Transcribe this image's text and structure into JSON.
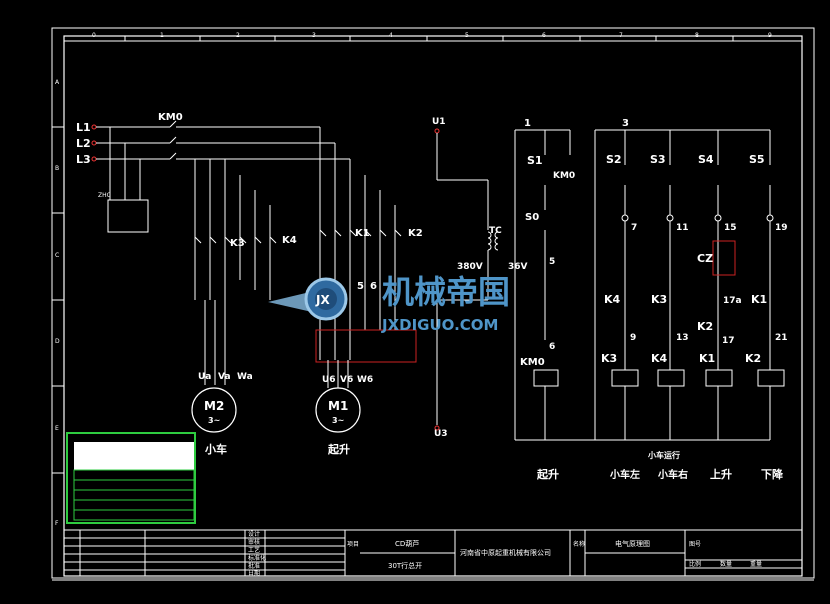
{
  "columns": [
    "0",
    "1",
    "2",
    "3",
    "4",
    "5",
    "6",
    "7",
    "8",
    "9"
  ],
  "rows": [
    "A",
    "B",
    "C",
    "D",
    "E",
    "F"
  ],
  "supply": {
    "l1": "L1",
    "l2": "L2",
    "l3": "L3",
    "breaker": "KM0",
    "panel": "ZHC"
  },
  "contactors_power": {
    "k3": "K3",
    "k4": "K4",
    "k1": "K1",
    "k2": "K2",
    "n5": "5",
    "n6": "6"
  },
  "motors": {
    "m2": {
      "name": "M2",
      "phase": "3~",
      "terminals": [
        "Ua",
        "Va",
        "Wa"
      ],
      "label": "小车"
    },
    "m1": {
      "name": "M1",
      "phase": "3~",
      "terminals": [
        "U6",
        "V6",
        "W6"
      ],
      "label": "起升"
    }
  },
  "control": {
    "u1": "U1",
    "u3": "U3",
    "tc": "TC",
    "v380": "380V",
    "v36": "36V",
    "n1": "1",
    "n3": "3",
    "n5": "5",
    "n6": "6",
    "s1": "S1",
    "s0": "S0",
    "km0": "KM0",
    "s2": "S2",
    "s3": "S3",
    "s4": "S4",
    "s5": "S5",
    "n7": "7",
    "n11": "11",
    "n15": "15",
    "n19": "19",
    "cz": "CZ",
    "k4": "K4",
    "k3": "K3",
    "k2": "K2",
    "k1": "K1",
    "n17a": "17a",
    "n17": "17",
    "n9": "9",
    "n13": "13",
    "n21": "21",
    "coil_km0": "KM0",
    "coil_k3": "K3",
    "coil_k4": "K4",
    "coil_k1": "K1",
    "coil_k2": "K2",
    "dir_hoist": "起升",
    "dir_left": "小车左",
    "dir_right": "小车右",
    "dir_up": "上升",
    "dir_down": "下降",
    "trolley_group": "小车运行"
  },
  "watermark": {
    "cn": "机械帝国",
    "en": "JXDIGUO.COM",
    "logo": "JX"
  },
  "title_block": {
    "left_labels": [
      "设计",
      "审核",
      "工艺",
      "标准化",
      "批准",
      "日期"
    ],
    "item_label": "项目",
    "product_line1": "CD葫芦",
    "product_line2": "30T行总开",
    "company": "河南省中原起重机械有限公司",
    "drawing_label": "名称",
    "drawing_title": "电气原理图",
    "num_label": "图号",
    "right_labels": [
      "比例",
      "数量",
      "重量"
    ]
  }
}
